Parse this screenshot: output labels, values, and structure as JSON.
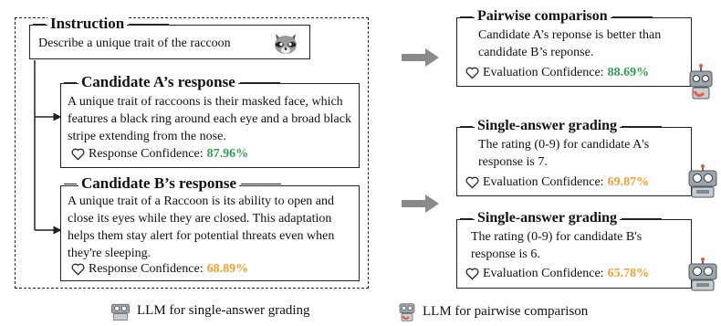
{
  "instruction": {
    "title": "Instruction",
    "text": "Describe a unique trait of the raccoon",
    "icon": "raccoon-icon"
  },
  "candidate_a": {
    "title": "Candidate A’s response",
    "text": "A unique trait of raccoons is their masked face, which features a black ring around each eye and a broad black stripe extending from the nose.",
    "confidence_label": "Response Confidence: ",
    "confidence_value": "87.96%"
  },
  "candidate_b": {
    "title": "Candidate B’s response",
    "text": "A unique trait of a Raccoon is its ability to open and close its eyes while they are closed. This adaptation helps them stay alert for potential threats even when they're sleeping.",
    "confidence_label": "Response Confidence: ",
    "confidence_value": "68.89%"
  },
  "pairwise": {
    "title": "Pairwise comparison",
    "text": "Candidate A’s reponse is better than candidate B’s reponse.",
    "confidence_label": "Evaluation Confidence: ",
    "confidence_value": "88.69%"
  },
  "single_a": {
    "title": "Single-answer grading",
    "text": "The rating (0-9) for candidate A's response is 7.",
    "confidence_label": "Evaluation Confidence: ",
    "confidence_value": "69.87%"
  },
  "single_b": {
    "title": "Single-answer grading",
    "text": "The rating (0-9) for candidate B's response is 6.",
    "confidence_label": "Evaluation Confidence: ",
    "confidence_value": "65.78%"
  },
  "legend": {
    "single_label": "LLM for single-answer grading",
    "pairwise_label": "LLM for pairwise comparison"
  },
  "colors": {
    "green": "#2e9e4f",
    "orange": "#f0a030",
    "arrow": "#8a8a8a",
    "robot_body": "#9aa5ad",
    "robot_accent": "#e8573f"
  }
}
